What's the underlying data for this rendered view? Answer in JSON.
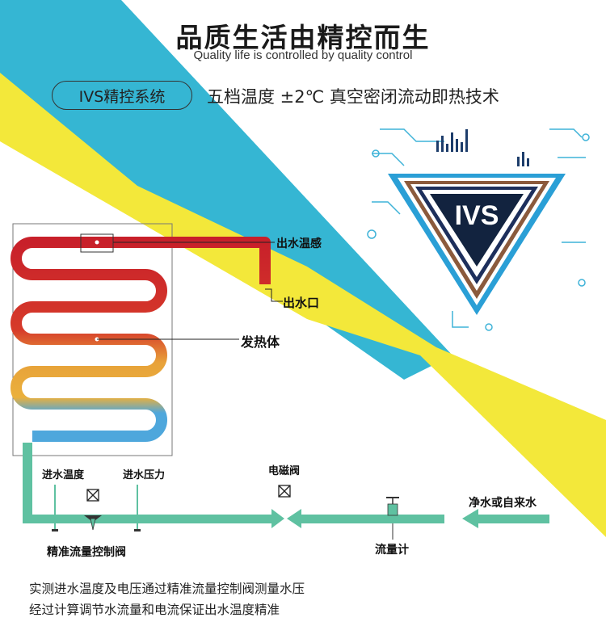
{
  "header": {
    "title": "品质生活由精控而生",
    "subtitle": "Quality life is controlled by quality control"
  },
  "system": {
    "pill_label": "IVS精控系统",
    "features": "五档温度 ±2℃ 真空密闭流动即热技术"
  },
  "emblem": {
    "text": "IVS"
  },
  "diagram": {
    "outlet_temp_sensor": "出水温感",
    "outlet": "出水口",
    "heater": "发热体",
    "inlet_temp": "进水温度",
    "inlet_pressure": "进水压力",
    "solenoid_valve": "电磁阀",
    "flow_control_valve": "精准流量控制阀",
    "flow_meter": "流量计",
    "water_source": "净水或自来水"
  },
  "description": {
    "line1": "实测进水温度及电压通过精准流量控制阀测量水压",
    "line2": "经过计算调节水流量和电流保证出水温度精准"
  },
  "colors": {
    "cyan_band": "#35b6d3",
    "yellow_band": "#f3e83a",
    "pipe_green": "#5fc1a1",
    "hot_red": "#c8202a",
    "warm_orange": "#e8a23a",
    "cool_blue": "#4ea7dc"
  }
}
